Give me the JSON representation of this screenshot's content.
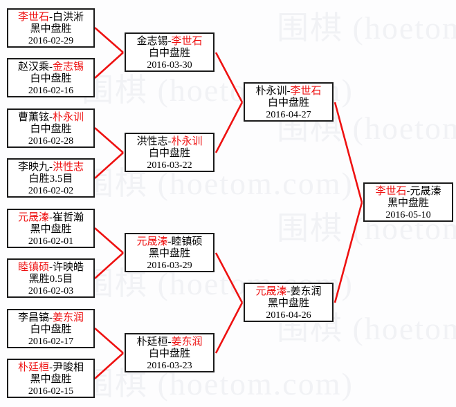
{
  "watermark": {
    "text": "围棋 (hoetom.com)",
    "color": "#f1f2f5"
  },
  "colors": {
    "winner": "#ee1111",
    "connector": "#ee1111",
    "box_border": "#1a1a1a",
    "background": "#fdfdfe"
  },
  "bracket": {
    "round1": [
      {
        "left": "李世石",
        "sep": "-",
        "right": "白洪淅",
        "left_winner": true,
        "right_winner": false,
        "result": "黑中盘胜",
        "date": "2016-02-29"
      },
      {
        "left": "赵汉乘",
        "sep": "-",
        "right": "金志锡",
        "left_winner": false,
        "right_winner": true,
        "result": "白中盘胜",
        "date": "2016-02-16"
      },
      {
        "left": "曹薰铉",
        "sep": "-",
        "right": "朴永训",
        "left_winner": false,
        "right_winner": true,
        "result": "白中盘胜",
        "date": "2016-02-28"
      },
      {
        "left": "李映九",
        "sep": "-",
        "right": "洪性志",
        "left_winner": false,
        "right_winner": true,
        "result": "白胜3.5目",
        "date": "2016-02-02"
      },
      {
        "left": "元晟溱",
        "sep": "-",
        "right": "崔哲瀚",
        "left_winner": true,
        "right_winner": false,
        "result": "黑中盘胜",
        "date": "2016-02-01"
      },
      {
        "left": "睦镇硕",
        "sep": "-",
        "right": "许映皓",
        "left_winner": true,
        "right_winner": false,
        "result": "黑胜0.5目",
        "date": "2016-02-03"
      },
      {
        "left": "李昌镐",
        "sep": "-",
        "right": "姜东润",
        "left_winner": false,
        "right_winner": true,
        "result": "白中盘胜",
        "date": "2016-02-17"
      },
      {
        "left": "朴廷桓",
        "sep": "-",
        "right": "尹晙相",
        "left_winner": true,
        "right_winner": false,
        "result": "黑中盘胜",
        "date": "2016-02-15"
      }
    ],
    "round2": [
      {
        "left": "金志锡",
        "sep": "-",
        "right": "李世石",
        "left_winner": false,
        "right_winner": true,
        "result": "白中盘胜",
        "date": "2016-03-30"
      },
      {
        "left": "洪性志",
        "sep": "-",
        "right": "朴永训",
        "left_winner": false,
        "right_winner": true,
        "result": "白中盘胜",
        "date": "2016-03-22"
      },
      {
        "left": "元晟溱",
        "sep": "-",
        "right": "睦镇硕",
        "left_winner": true,
        "right_winner": false,
        "result": "黑中盘胜",
        "date": "2016-03-29"
      },
      {
        "left": "朴廷桓",
        "sep": "-",
        "right": "姜东润",
        "left_winner": false,
        "right_winner": true,
        "result": "白中盘胜",
        "date": "2016-03-23"
      }
    ],
    "semifinal": [
      {
        "left": "朴永训",
        "sep": "-",
        "right": "李世石",
        "left_winner": false,
        "right_winner": true,
        "result": "白中盘胜",
        "date": "2016-04-27"
      },
      {
        "left": "元晟溱",
        "sep": "-",
        "right": "姜东润",
        "left_winner": true,
        "right_winner": false,
        "result": "黑中盘胜",
        "date": "2016-04-26"
      }
    ],
    "final": [
      {
        "left": "李世石",
        "sep": "-",
        "right": "元晟溱",
        "left_winner": true,
        "right_winner": false,
        "result": "黑中盘胜",
        "date": "2016-05-10"
      }
    ]
  }
}
